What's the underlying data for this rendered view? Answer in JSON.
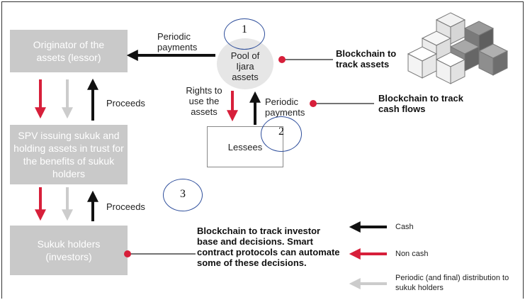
{
  "boxes": {
    "originator": "Originator of the assets (lessor)",
    "spv": "SPV issuing sukuk and holding assets in trust for the benefits of sukuk holders",
    "holders": "Sukuk holders (investors)",
    "pool": "Pool of Ijara assets",
    "lessees": "Lessees"
  },
  "labels": {
    "periodic_payments_top": "Periodic payments",
    "rights": "Rights to use the assets",
    "periodic_payments_lessee": "Periodic payments",
    "proceeds_1": "Proceeds",
    "proceeds_2": "Proceeds"
  },
  "blockchain": {
    "track_assets": "Blockchain to track assets",
    "track_cash_flows": "Blockchain to track cash flows",
    "track_investors": "Blockchain to track investor base and decisions. Smart contract protocols can automate some of these decisions."
  },
  "annotations": [
    "1",
    "2",
    "3"
  ],
  "legend": {
    "cash": "Cash",
    "non_cash": "Non cash",
    "periodic": "Periodic (and final) distribution to sukuk holders"
  },
  "colors": {
    "cash": "#111111",
    "non_cash": "#d71f3a",
    "periodic": "#cccccc",
    "box": "#c9c9c9",
    "dot": "#d71f3a",
    "annotation_circle": "#2f4f9c"
  }
}
